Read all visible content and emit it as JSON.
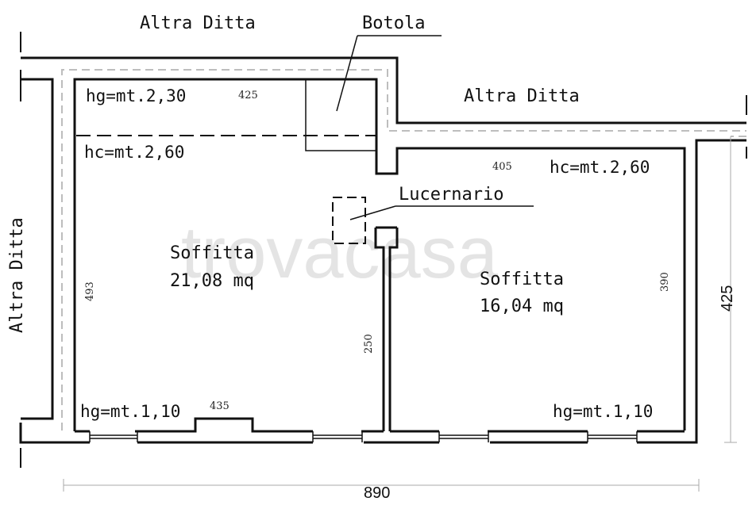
{
  "neighbors": {
    "top": "Altra Ditta",
    "right": "Altra Ditta",
    "left": "Altra Ditta"
  },
  "callouts": {
    "hatch": "Botola",
    "skylight": "Lucernario"
  },
  "rooms": [
    {
      "name": "Soffitta",
      "area": "21,08 mq",
      "height_top": "hg=mt.2,30",
      "height_mid": "hc=mt.2,60",
      "height_bottom": "hg=mt.1,10"
    },
    {
      "name": "Soffitta",
      "area": "16,04 mq",
      "height_top": "hc=mt.2,60",
      "height_bottom": "hg=mt.1,10"
    }
  ],
  "dimensions": {
    "room1_width_top": "425",
    "room1_width_bottom": "435",
    "room1_depth": "493",
    "partition_length": "250",
    "room2_width": "405",
    "room2_depth": "390",
    "overall_width": "890",
    "overall_height": "425"
  },
  "watermark": "trovacasa"
}
